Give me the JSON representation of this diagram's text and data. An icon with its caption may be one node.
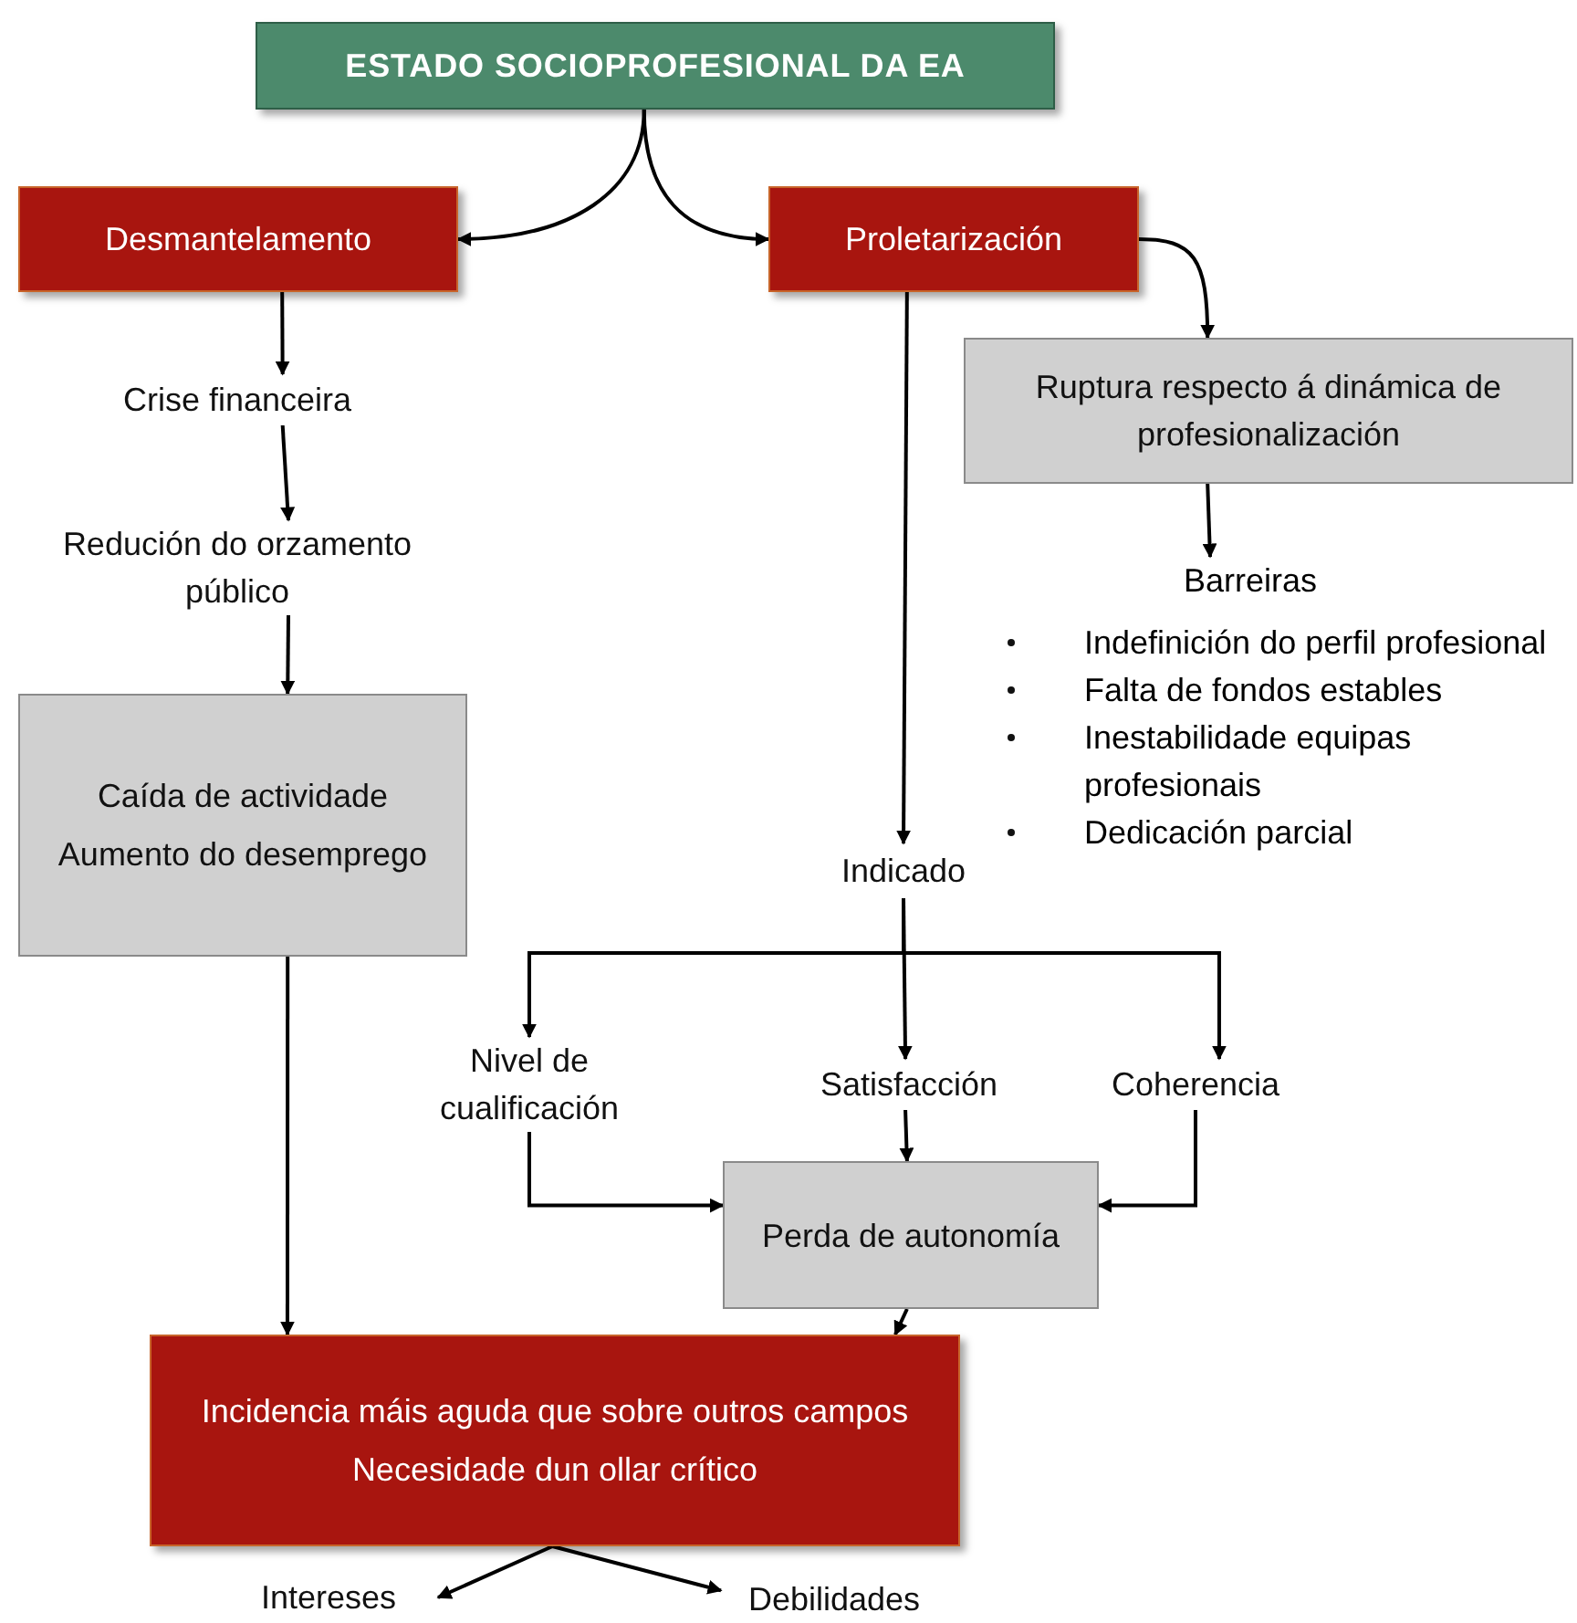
{
  "diagram": {
    "nodes": [
      {
        "text": [
          "ESTADO SOCIOPROFESIONAL DA EA"
        ]
      },
      {
        "text": [
          "Desmantelamento"
        ]
      },
      {
        "text": [
          "Proletarización"
        ]
      },
      {
        "text": [
          "Crise financeira"
        ]
      },
      {
        "text": [
          "Redución do orzamento público"
        ]
      },
      {
        "text": [
          "Caída de actividade",
          "Aumento do desemprego"
        ]
      },
      {
        "text": [
          "Ruptura respecto á dinámica de profesionalización"
        ]
      },
      {
        "text": [
          "Barreiras",
          "Indefinición do perfil profesional",
          "Falta de fondos estables",
          "Inestabilidade equipas profesionais",
          "Dedicación parcial"
        ]
      },
      {
        "text": [
          "Indicado"
        ]
      },
      {
        "text": [
          "Nivel de cualificación"
        ]
      },
      {
        "text": [
          "Satisfacción"
        ]
      },
      {
        "text": [
          "Coherencia"
        ]
      },
      {
        "text": [
          "Perda de autonomía"
        ]
      },
      {
        "text": [
          "Incidencia máis aguda que sobre outros campos",
          "Necesidade dun ollar crítico"
        ]
      },
      {
        "text": [
          "Intereses"
        ]
      },
      {
        "text": [
          "Debilidades"
        ]
      }
    ],
    "edges": [
      {
        "from": 0,
        "to": 1,
        "arrow": "to"
      },
      {
        "from": 0,
        "to": 2,
        "arrow": "to"
      },
      {
        "from": 1,
        "to": 3,
        "arrow": "to"
      },
      {
        "from": 3,
        "to": 4,
        "arrow": "to"
      },
      {
        "from": 4,
        "to": 5,
        "arrow": "to"
      },
      {
        "from": 2,
        "to": 6,
        "arrow": "to"
      },
      {
        "from": 6,
        "to": 7,
        "arrow": "to"
      },
      {
        "from": 2,
        "to": 8,
        "arrow": "to"
      },
      {
        "from": 8,
        "to": 9,
        "arrow": "to"
      },
      {
        "from": 8,
        "to": 10,
        "arrow": "to"
      },
      {
        "from": 8,
        "to": 11,
        "arrow": "to"
      },
      {
        "from": 9,
        "to": 12,
        "arrow": "to"
      },
      {
        "from": 10,
        "to": 12,
        "arrow": "to"
      },
      {
        "from": 11,
        "to": 12,
        "arrow": "to"
      },
      {
        "from": 5,
        "to": 13,
        "arrow": "to"
      },
      {
        "from": 12,
        "to": 13,
        "arrow": "to"
      },
      {
        "from": 13,
        "to": 14,
        "arrow": "to"
      },
      {
        "from": 13,
        "to": 15,
        "arrow": "to"
      }
    ]
  }
}
